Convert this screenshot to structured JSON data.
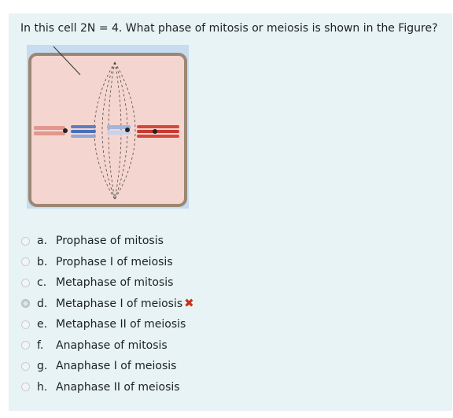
{
  "question": {
    "text": "In this cell 2N = 4. What phase of mitosis or meiosis is shown in the Figure?"
  },
  "figure": {
    "image": "cell-division-figure",
    "cell_fill": "#f5d5cf",
    "cell_border": "#9c8774",
    "background": "#c7dcf0"
  },
  "options": [
    {
      "letter": "a.",
      "label": "Prophase of mitosis",
      "selected": false
    },
    {
      "letter": "b.",
      "label": "Prophase I of meiosis",
      "selected": false
    },
    {
      "letter": "c.",
      "label": "Metaphase of mitosis",
      "selected": false
    },
    {
      "letter": "d.",
      "label": "Metaphase I of meiosis",
      "selected": true,
      "feedback": "incorrect"
    },
    {
      "letter": "e.",
      "label": "Metaphase II of meiosis",
      "selected": false
    },
    {
      "letter": "f.",
      "label": "Anaphase of mitosis",
      "selected": false
    },
    {
      "letter": "g.",
      "label": "Anaphase I of meiosis",
      "selected": false
    },
    {
      "letter": "h.",
      "label": "Anaphase II of meiosis",
      "selected": false
    }
  ],
  "colors": {
    "card_background": "#e7f3f5",
    "incorrect_mark": "#ca3120",
    "chromosome_red": "#d8463a",
    "chromosome_blue": "#4a6fb8"
  }
}
